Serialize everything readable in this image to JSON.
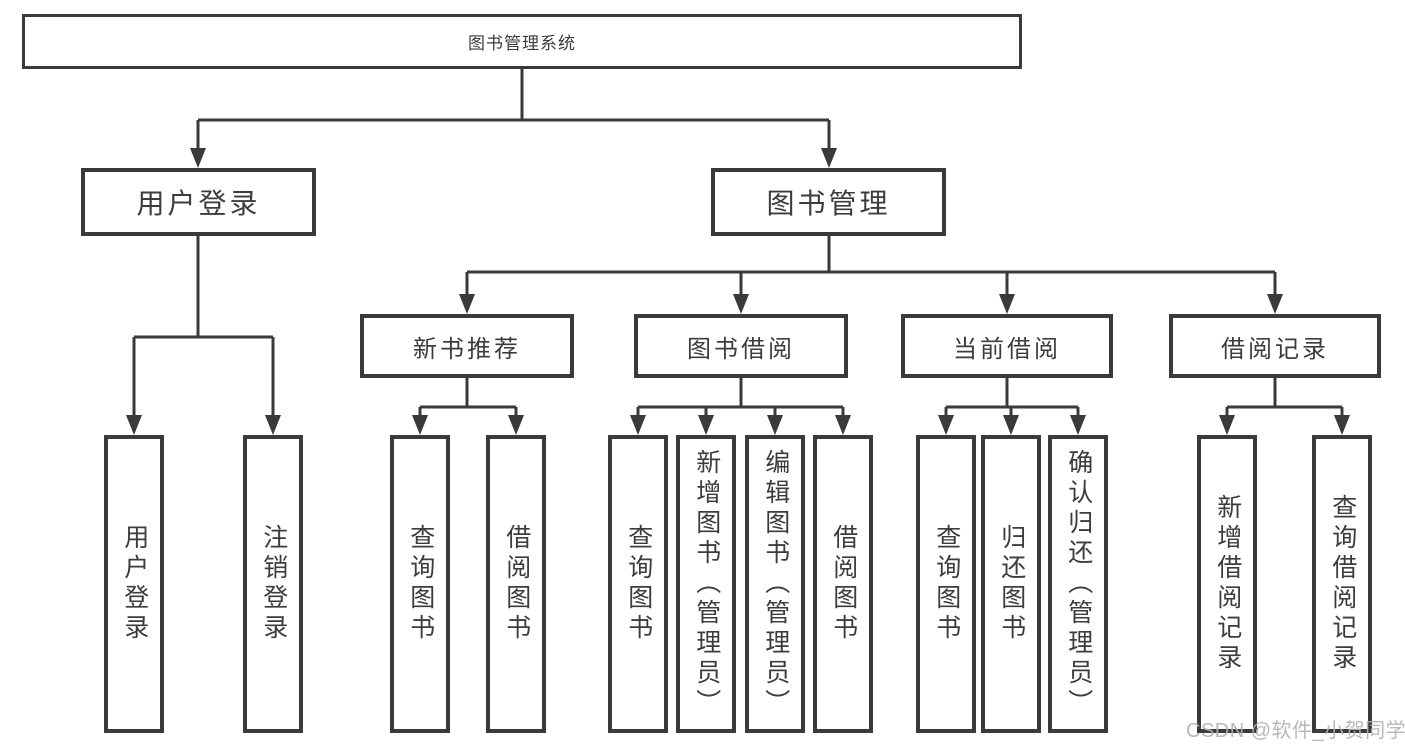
{
  "diagram": {
    "title": "图书管理系统",
    "type": "hierarchy-tree",
    "colors": {
      "line": "#3a3a3a",
      "text": "#3c3c3c",
      "background": "#ffffff",
      "watermark": "#b2b2b2"
    },
    "nodes": {
      "root": {
        "label": "图书管理系统"
      },
      "user_login": {
        "label": "用户登录",
        "children": [
          {
            "label": "用户登录"
          },
          {
            "label": "注销登录"
          }
        ]
      },
      "book_management": {
        "label": "图书管理",
        "children": [
          {
            "label": "新书推荐",
            "children": [
              {
                "label": "查询图书"
              },
              {
                "label": "借阅图书"
              }
            ]
          },
          {
            "label": "图书借阅",
            "children": [
              {
                "label": "查询图书"
              },
              {
                "label": "新增图书（管理员）"
              },
              {
                "label": "编辑图书（管理员）"
              },
              {
                "label": "借阅图书"
              }
            ]
          },
          {
            "label": "当前借阅",
            "children": [
              {
                "label": "查询图书"
              },
              {
                "label": "归还图书"
              },
              {
                "label": "确认归还（管理员）"
              }
            ]
          },
          {
            "label": "借阅记录",
            "children": [
              {
                "label": "新增借阅记录"
              },
              {
                "label": "查询借阅记录"
              }
            ]
          }
        ]
      }
    }
  },
  "watermark": {
    "text": "CSDN @软件_小贺同学"
  }
}
